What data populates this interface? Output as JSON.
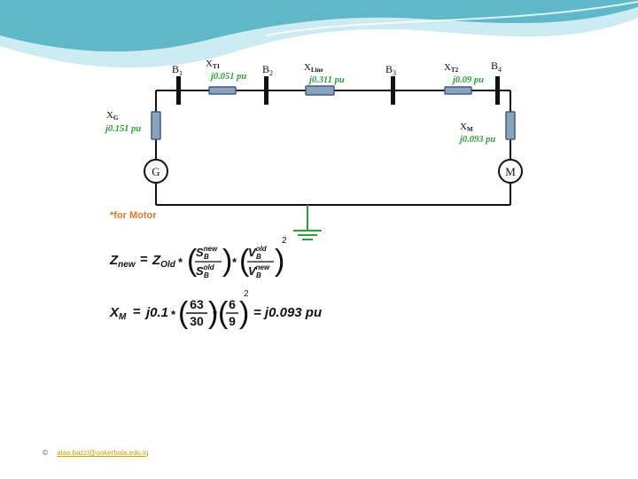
{
  "colors": {
    "header_dark": "#5fb8c8",
    "header_light": "#cdebf2",
    "wire": "#111111",
    "element_fill": "#8aa4bd",
    "element_stroke": "#3f5d7a",
    "pu_label": "#2e9e3e",
    "ground": "#2e9e3e",
    "note": "#e07a2a",
    "formula": "#111111",
    "email": "#c9a100"
  },
  "buses": [
    {
      "id": "b1",
      "label": "B",
      "sub": "1"
    },
    {
      "id": "b2",
      "label": "B",
      "sub": "2"
    },
    {
      "id": "b3",
      "label": "B",
      "sub": "3"
    },
    {
      "id": "b4",
      "label": "B",
      "sub": "4"
    }
  ],
  "reactances": {
    "xt1": {
      "label": "X",
      "sub": "T1",
      "value": "j0.051 pu"
    },
    "xline": {
      "label": "X",
      "sub": "Line",
      "value": "j0.311 pu"
    },
    "xt2": {
      "label": "X",
      "sub": "T2",
      "value": "j0.09 pu"
    },
    "xg": {
      "label": "X",
      "sub": "G",
      "value": "j0.151 pu"
    },
    "xm": {
      "label": "X",
      "sub": "M",
      "value": "j0.093 pu"
    }
  },
  "machines": {
    "generator": "G",
    "motor": "M"
  },
  "note": "*for Motor",
  "formula1": {
    "lhs": "Z",
    "lhs_sub": "new",
    "rhs": "Z",
    "rhs_sub": "Old",
    "s_sym": "S",
    "s_sub": "B",
    "s_num_sup": "new",
    "s_den_sup": "old",
    "v_sym": "V",
    "v_sub": "B",
    "v_num_sup": "old",
    "v_den_sup": "new",
    "exp": "2"
  },
  "formula2": {
    "lhs": "X",
    "lhs_sub": "M",
    "coef": "j0.1",
    "frac1_num": "63",
    "frac1_den": "30",
    "frac2_num": "6",
    "frac2_den": "9",
    "exp": "2",
    "result": "= j0.093 pu"
  },
  "footer": {
    "mark": "©",
    "email": "alaa.bazzi@uokerbala.edu.iq"
  }
}
